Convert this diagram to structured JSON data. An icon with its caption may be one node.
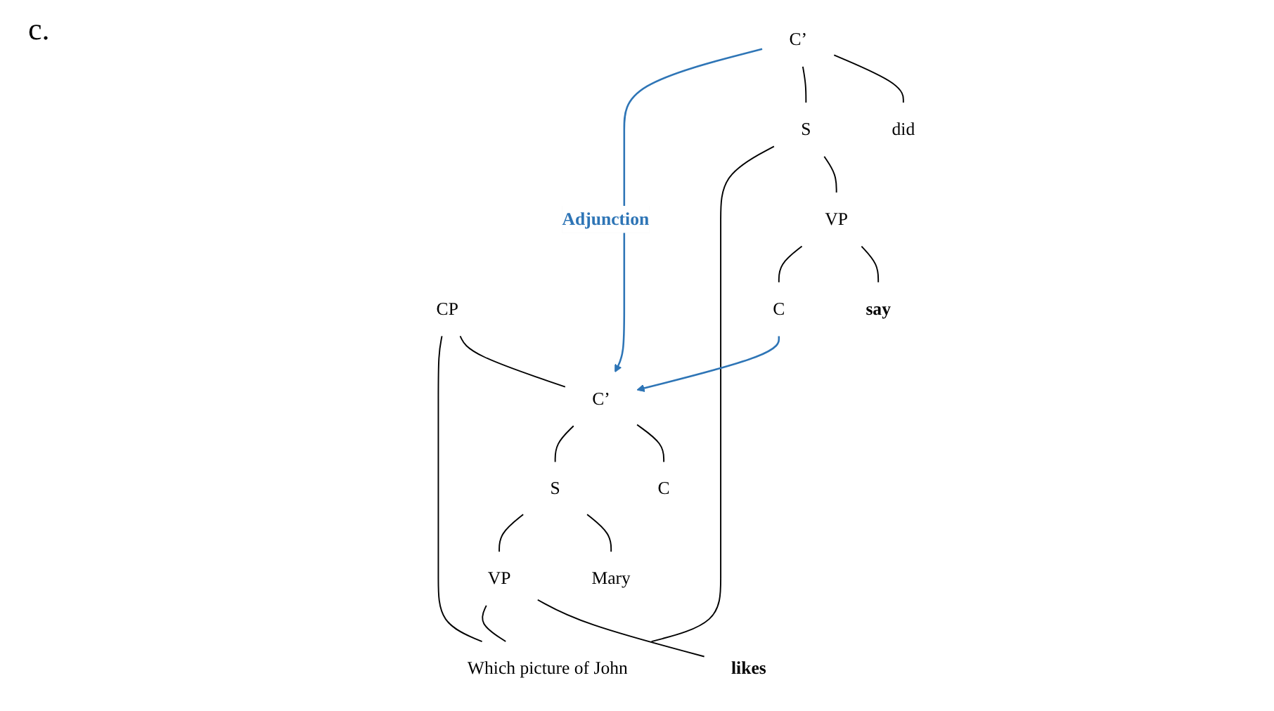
{
  "diagram": {
    "nodes": [
      {
        "text": [
          "CP"
        ]
      },
      {
        "text": [
          "C’"
        ]
      },
      {
        "text": [
          "C"
        ]
      },
      {
        "text": [
          "S"
        ]
      },
      {
        "text": [
          "Mary"
        ]
      },
      {
        "text": [
          "VP"
        ]
      },
      {
        "text": [
          "likes"
        ]
      },
      {
        "text": [
          "C’"
        ]
      },
      {
        "text": [
          "did"
        ]
      },
      {
        "text": [
          "S"
        ]
      },
      {
        "text": [
          "VP"
        ]
      },
      {
        "text": [
          "say"
        ]
      },
      {
        "text": [
          "C"
        ]
      },
      {
        "text": [
          "Which picture of John"
        ]
      }
    ],
    "edges": [
      {
        "from": 0,
        "to": 1,
        "arrow": "none"
      },
      {
        "from": 0,
        "to": 13,
        "arrow": "none"
      },
      {
        "from": 1,
        "to": 2,
        "arrow": "none"
      },
      {
        "from": 1,
        "to": 3,
        "arrow": "none"
      },
      {
        "from": 3,
        "to": 4,
        "arrow": "none"
      },
      {
        "from": 3,
        "to": 5,
        "arrow": "none"
      },
      {
        "from": 5,
        "to": 6,
        "arrow": "none"
      },
      {
        "from": 5,
        "to": 13,
        "arrow": "none"
      },
      {
        "from": 7,
        "to": 8,
        "arrow": "none"
      },
      {
        "from": 7,
        "to": 9,
        "arrow": "none"
      },
      {
        "from": 9,
        "to": 10,
        "arrow": "none"
      },
      {
        "from": 9,
        "to": 13,
        "arrow": "none"
      },
      {
        "from": 10,
        "to": 11,
        "arrow": "none"
      },
      {
        "from": 10,
        "to": 12,
        "arrow": "none"
      },
      {
        "from": 7,
        "to": 1,
        "arrow": "to",
        "label": "Adjunction",
        "color": "#2e75b6"
      },
      {
        "from": 12,
        "to": 1,
        "arrow": "to",
        "color": "#2e75b6"
      }
    ],
    "labels": [
      "c."
    ]
  }
}
